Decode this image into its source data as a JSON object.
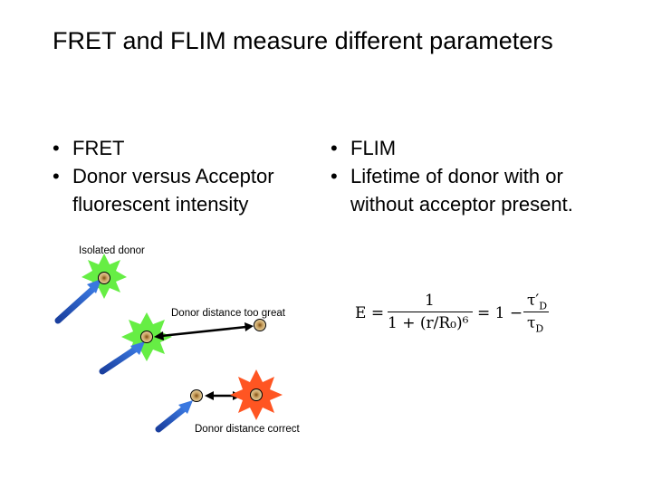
{
  "slide": {
    "title": "FRET and FLIM measure different parameters"
  },
  "left_column": {
    "bullets": [
      "FRET",
      "Donor versus Acceptor fluorescent intensity"
    ]
  },
  "right_column": {
    "bullets": [
      "FLIM",
      "Lifetime of donor with or without acceptor present."
    ]
  },
  "diagram": {
    "captions": {
      "isolated": "Isolated donor",
      "too_great": "Donor distance too great",
      "correct": "Donor distance correct"
    },
    "colors": {
      "donor_green": "#66ee44",
      "acceptor_red": "#ff5522",
      "excitation_blue": "#2255cc",
      "fluorophore": "#c8a060"
    }
  },
  "equation": {
    "lhs": "E =",
    "numerator": "1",
    "denominator": "1 + (r/R₀)⁶",
    "equals": "= 1 −",
    "tau_num": "τ′",
    "tau_num_sub": "D",
    "tau_den": "τ",
    "tau_den_sub": "D"
  }
}
